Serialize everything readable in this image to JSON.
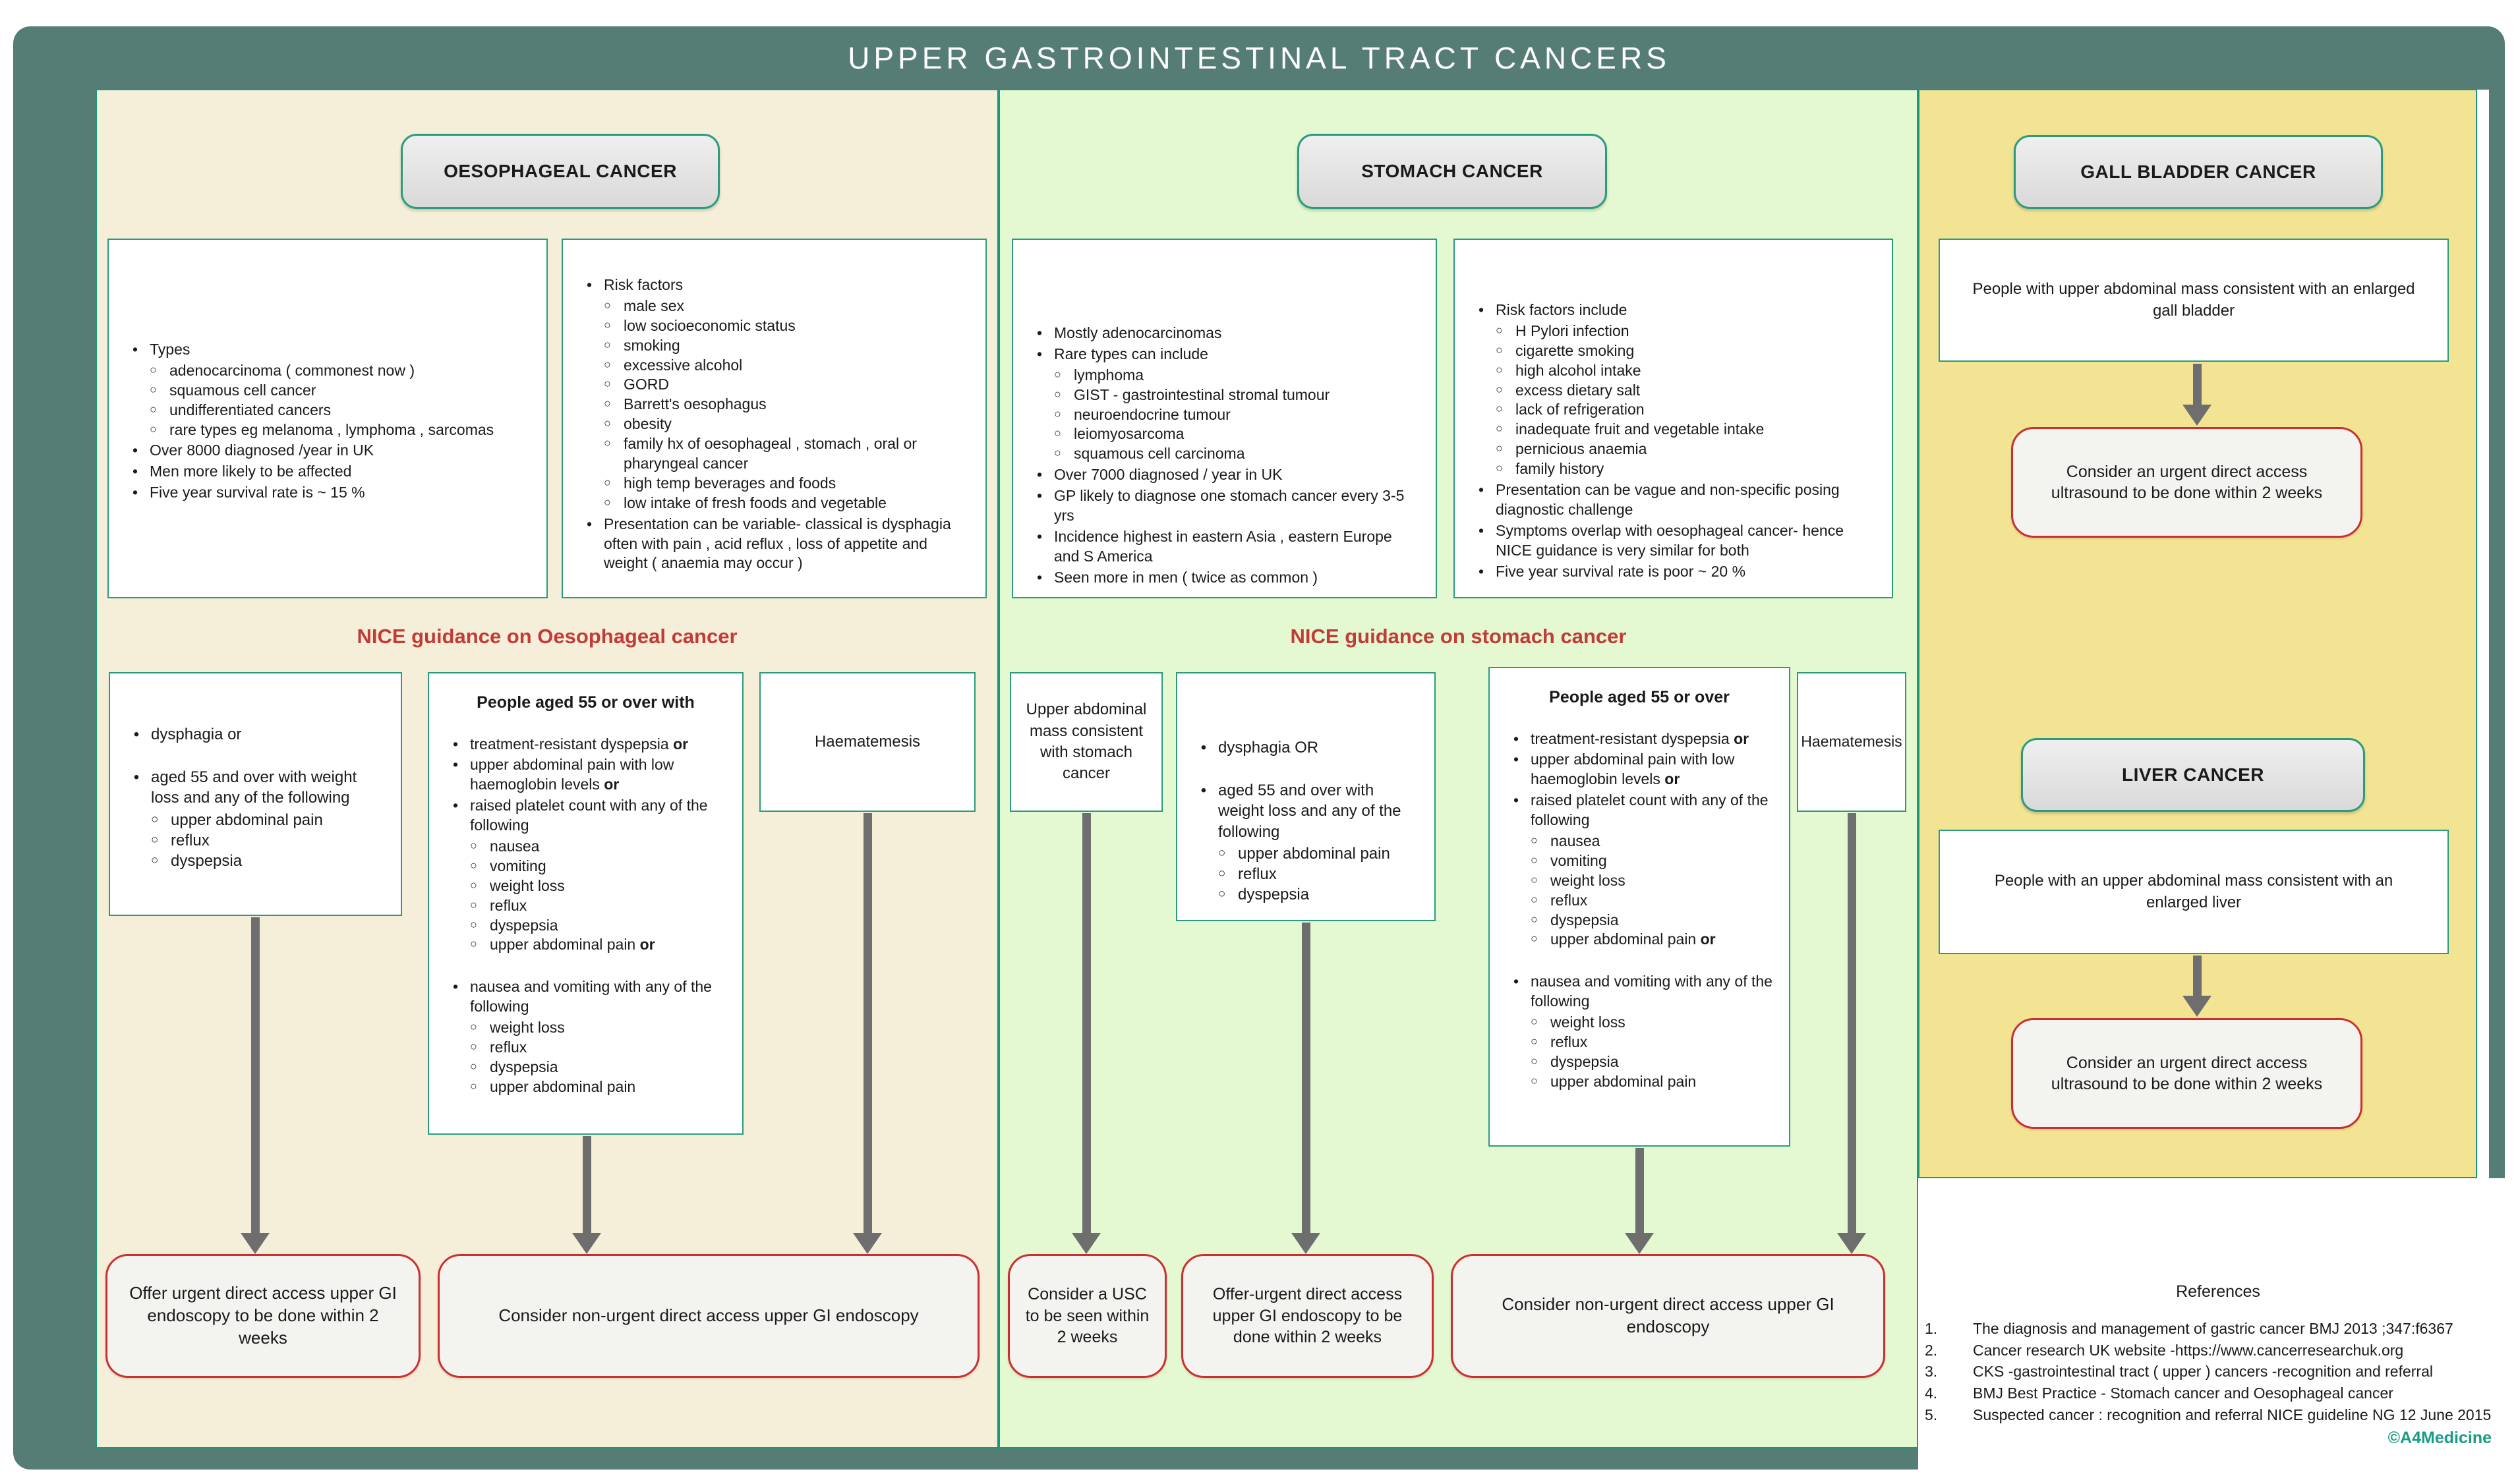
{
  "title": "UPPER GASTROINTESTINAL TRACT CANCERS",
  "watermark": "©A4Medicine",
  "oesophageal": {
    "header": "OESOPHAGEAL CANCER",
    "nice_heading": "NICE guidance on Oesophageal cancer",
    "facts": {
      "items": [
        {
          "t": "Types",
          "subs": [
            {
              "t": "adenocarcinoma ( commonest now )"
            },
            {
              "t": "squamous cell cancer"
            },
            {
              "t": "undifferentiated cancers"
            },
            {
              "t": "rare types eg melanoma , lymphoma , sarcomas"
            }
          ]
        },
        {
          "t": "Over 8000 diagnosed /year in UK"
        },
        {
          "t": "Men more likely to be affected"
        },
        {
          "t": "Five year survival rate is ~ 15 %"
        }
      ]
    },
    "risks": {
      "items": [
        {
          "t": "Risk  factors",
          "subs": [
            {
              "t": "male sex"
            },
            {
              "t": "low socioeconomic status"
            },
            {
              "t": "smoking"
            },
            {
              "t": "excessive alcohol"
            },
            {
              "t": "GORD"
            },
            {
              "t": "Barrett's oesophagus"
            },
            {
              "t": "obesity"
            },
            {
              "t": "family hx of oesophageal , stomach , oral or pharyngeal cancer"
            },
            {
              "t": "high temp beverages and foods"
            },
            {
              "t": "low intake of fresh foods and vegetable"
            }
          ]
        },
        {
          "t": "Presentation can be variable- classical is dysphagia often with pain , acid reflux , loss of appetite and weight ( anaemia may occur )"
        }
      ]
    },
    "criteria_dysphagia": {
      "items": [
        {
          "t": "dysphagia or"
        },
        {
          "t": "aged 55 and over with weight loss and any of the following",
          "gap": true,
          "subs": [
            {
              "t": "upper abdominal pain"
            },
            {
              "t": "reflux"
            },
            {
              "t": "dyspepsia"
            }
          ]
        }
      ]
    },
    "criteria_aged55": {
      "header": "People aged 55 or over with",
      "items": [
        {
          "t": "treatment-resistant dyspepsia",
          "or": true
        },
        {
          "t": "upper abdominal pain with low haemoglobin levels",
          "or": true
        },
        {
          "t": "raised platelet count with any of the following",
          "subs": [
            {
              "t": "nausea"
            },
            {
              "t": "vomiting"
            },
            {
              "t": "weight loss"
            },
            {
              "t": "reflux"
            },
            {
              "t": "dyspepsia"
            },
            {
              "t": "upper abdominal pain",
              "or": true
            }
          ]
        },
        {
          "t": "nausea and vomiting with any of the following",
          "gap": true,
          "subs": [
            {
              "t": "weight loss"
            },
            {
              "t": "reflux"
            },
            {
              "t": "dyspepsia"
            },
            {
              "t": "upper abdominal pain"
            }
          ]
        }
      ]
    },
    "haematemesis": "Haematemesis",
    "action_urgent": "Offer urgent direct access upper GI endoscopy to be done within 2 weeks",
    "action_nonurgent": "Consider non-urgent direct access upper GI endoscopy"
  },
  "stomach": {
    "header": "STOMACH CANCER",
    "nice_heading": "NICE guidance on stomach cancer",
    "facts": {
      "items": [
        {
          "t": "Mostly adenocarcinomas"
        },
        {
          "t": "Rare types can include",
          "subs": [
            {
              "t": "lymphoma"
            },
            {
              "t": "GIST - gastrointestinal stromal tumour"
            },
            {
              "t": "neuroendocrine tumour"
            },
            {
              "t": "leiomyosarcoma"
            },
            {
              "t": "squamous cell carcinoma"
            }
          ]
        },
        {
          "t": "Over 7000 diagnosed / year in UK"
        },
        {
          "t": "GP likely to diagnose one stomach cancer every 3-5 yrs"
        },
        {
          "t": "Incidence highest in eastern Asia , eastern Europe and S America"
        },
        {
          "t": "Seen more in men ( twice as common )"
        }
      ]
    },
    "risks": {
      "items": [
        {
          "t": "Risk factors include",
          "subs": [
            {
              "t": "H Pylori infection"
            },
            {
              "t": "cigarette smoking"
            },
            {
              "t": "high alcohol intake"
            },
            {
              "t": "excess dietary salt"
            },
            {
              "t": "lack of refrigeration"
            },
            {
              "t": "inadequate fruit and vegetable intake"
            },
            {
              "t": "pernicious anaemia"
            },
            {
              "t": "family history"
            }
          ]
        },
        {
          "t": "Presentation can be vague and non-specific posing diagnostic challenge"
        },
        {
          "t": "Symptoms overlap with oesophageal cancer- hence NICE guidance is very similar for both"
        },
        {
          "t": "Five year survival rate is poor ~ 20 %"
        }
      ]
    },
    "mass_box": "Upper abdominal mass consistent with stomach cancer",
    "criteria_dysphagia": {
      "items": [
        {
          "t": "dysphagia OR"
        },
        {
          "t": "aged 55 and over with weight loss and any of the following",
          "gap": true,
          "subs": [
            {
              "t": "upper abdominal pain"
            },
            {
              "t": "reflux"
            },
            {
              "t": "dyspepsia"
            }
          ]
        }
      ]
    },
    "criteria_aged55": {
      "header": "People aged 55 or over",
      "items": [
        {
          "t": "treatment-resistant dyspepsia",
          "or": true
        },
        {
          "t": "upper abdominal pain with low haemoglobin levels",
          "or": true
        },
        {
          "t": "raised platelet count with any of the following",
          "subs": [
            {
              "t": "nausea"
            },
            {
              "t": "vomiting"
            },
            {
              "t": "weight loss"
            },
            {
              "t": "reflux"
            },
            {
              "t": "dyspepsia"
            },
            {
              "t": "upper abdominal pain",
              "or": true
            }
          ]
        },
        {
          "t": "nausea and vomiting with any of the following",
          "gap": true,
          "subs": [
            {
              "t": "weight loss"
            },
            {
              "t": "reflux"
            },
            {
              "t": "dyspepsia"
            },
            {
              "t": "upper abdominal pain"
            }
          ]
        }
      ]
    },
    "haematemesis": "Haematemesis",
    "action_usc": "Consider a USC to be seen within 2 weeks",
    "action_urgent": "Offer-urgent direct access upper GI endoscopy to be done within 2 weeks",
    "action_nonurgent": "Consider non-urgent direct access upper GI endoscopy"
  },
  "gallbladder": {
    "header": "GALL BLADDER CANCER",
    "criteria": "People with upper abdominal mass consistent with an enlarged gall bladder",
    "action": "Consider an urgent direct access ultrasound to be done within 2 weeks"
  },
  "liver": {
    "header": "LIVER CANCER",
    "criteria": "People with an upper abdominal mass consistent with an enlarged liver",
    "action": "Consider an urgent direct access ultrasound to be done within 2 weeks"
  },
  "references": {
    "heading": "References",
    "items": [
      "The diagnosis and management of gastric cancer BMJ 2013 ;347:f6367",
      "Cancer research UK website -https://www.cancerresearchuk.org",
      "CKS -gastrointestinal tract ( upper ) cancers -recognition and referral",
      "BMJ Best Practice - Stomach cancer and Oesophageal cancer",
      "Suspected cancer : recognition and referral NICE guideline NG 12 June 2015"
    ]
  }
}
